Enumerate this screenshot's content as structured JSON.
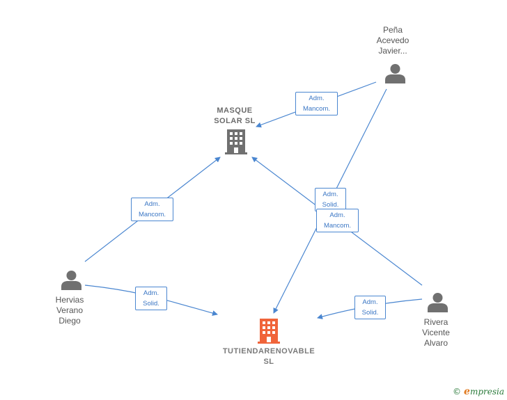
{
  "nodes": {
    "masque": {
      "lines": [
        "MASQUE",
        "SOLAR  SL"
      ]
    },
    "tutienda": {
      "lines": [
        "TUTIENDARENOVABLE",
        "SL"
      ]
    },
    "pena": {
      "lines": [
        "Peña",
        "Acevedo",
        "Javier..."
      ]
    },
    "hervias": {
      "lines": [
        "Hervias",
        "Verano",
        "Diego"
      ]
    },
    "rivera": {
      "lines": [
        "Rivera",
        "Vicente",
        "Alvaro"
      ]
    }
  },
  "edges": {
    "pena_masque": [
      "Adm.",
      "Mancom."
    ],
    "hervias_masque": [
      "Adm.",
      "Mancom."
    ],
    "pena_tutienda": [
      "Adm.",
      "Solid."
    ],
    "rivera_masque": [
      "Adm.",
      "Mancom."
    ],
    "hervias_tutienda": [
      "Adm.",
      "Solid."
    ],
    "rivera_tutienda": [
      "Adm.",
      "Solid."
    ]
  },
  "colors": {
    "edge": "#4a86d0",
    "person_icon": "#707070",
    "company_icon": "#707070",
    "highlight_company_icon": "#f0643a"
  },
  "footer": {
    "copyright": "©",
    "brand_initial": "e",
    "brand_rest": "mpresia"
  }
}
